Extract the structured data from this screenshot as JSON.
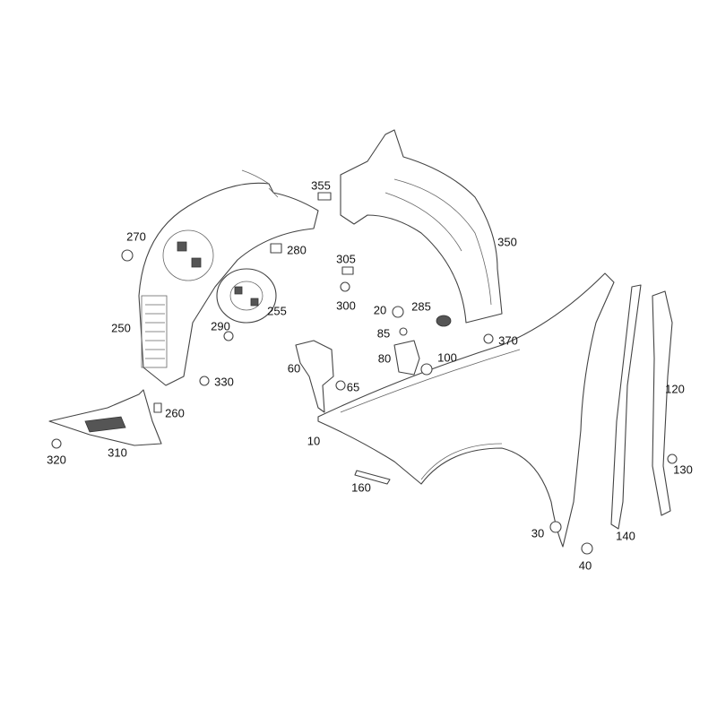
{
  "labels": {
    "p355": "355",
    "p270": "270",
    "p280": "280",
    "p350": "350",
    "p305": "305",
    "p300": "300",
    "p250": "250",
    "p255": "255",
    "p20": "20",
    "p285": "285",
    "p85": "85",
    "p370": "370",
    "p290": "290",
    "p80": "80",
    "p100": "100",
    "p60": "60",
    "p330": "330",
    "p65": "65",
    "p260": "260",
    "p120": "120",
    "p10": "10",
    "p320": "320",
    "p310": "310",
    "p130": "130",
    "p160": "160",
    "p30": "30",
    "p140": "140",
    "p40": "40"
  }
}
